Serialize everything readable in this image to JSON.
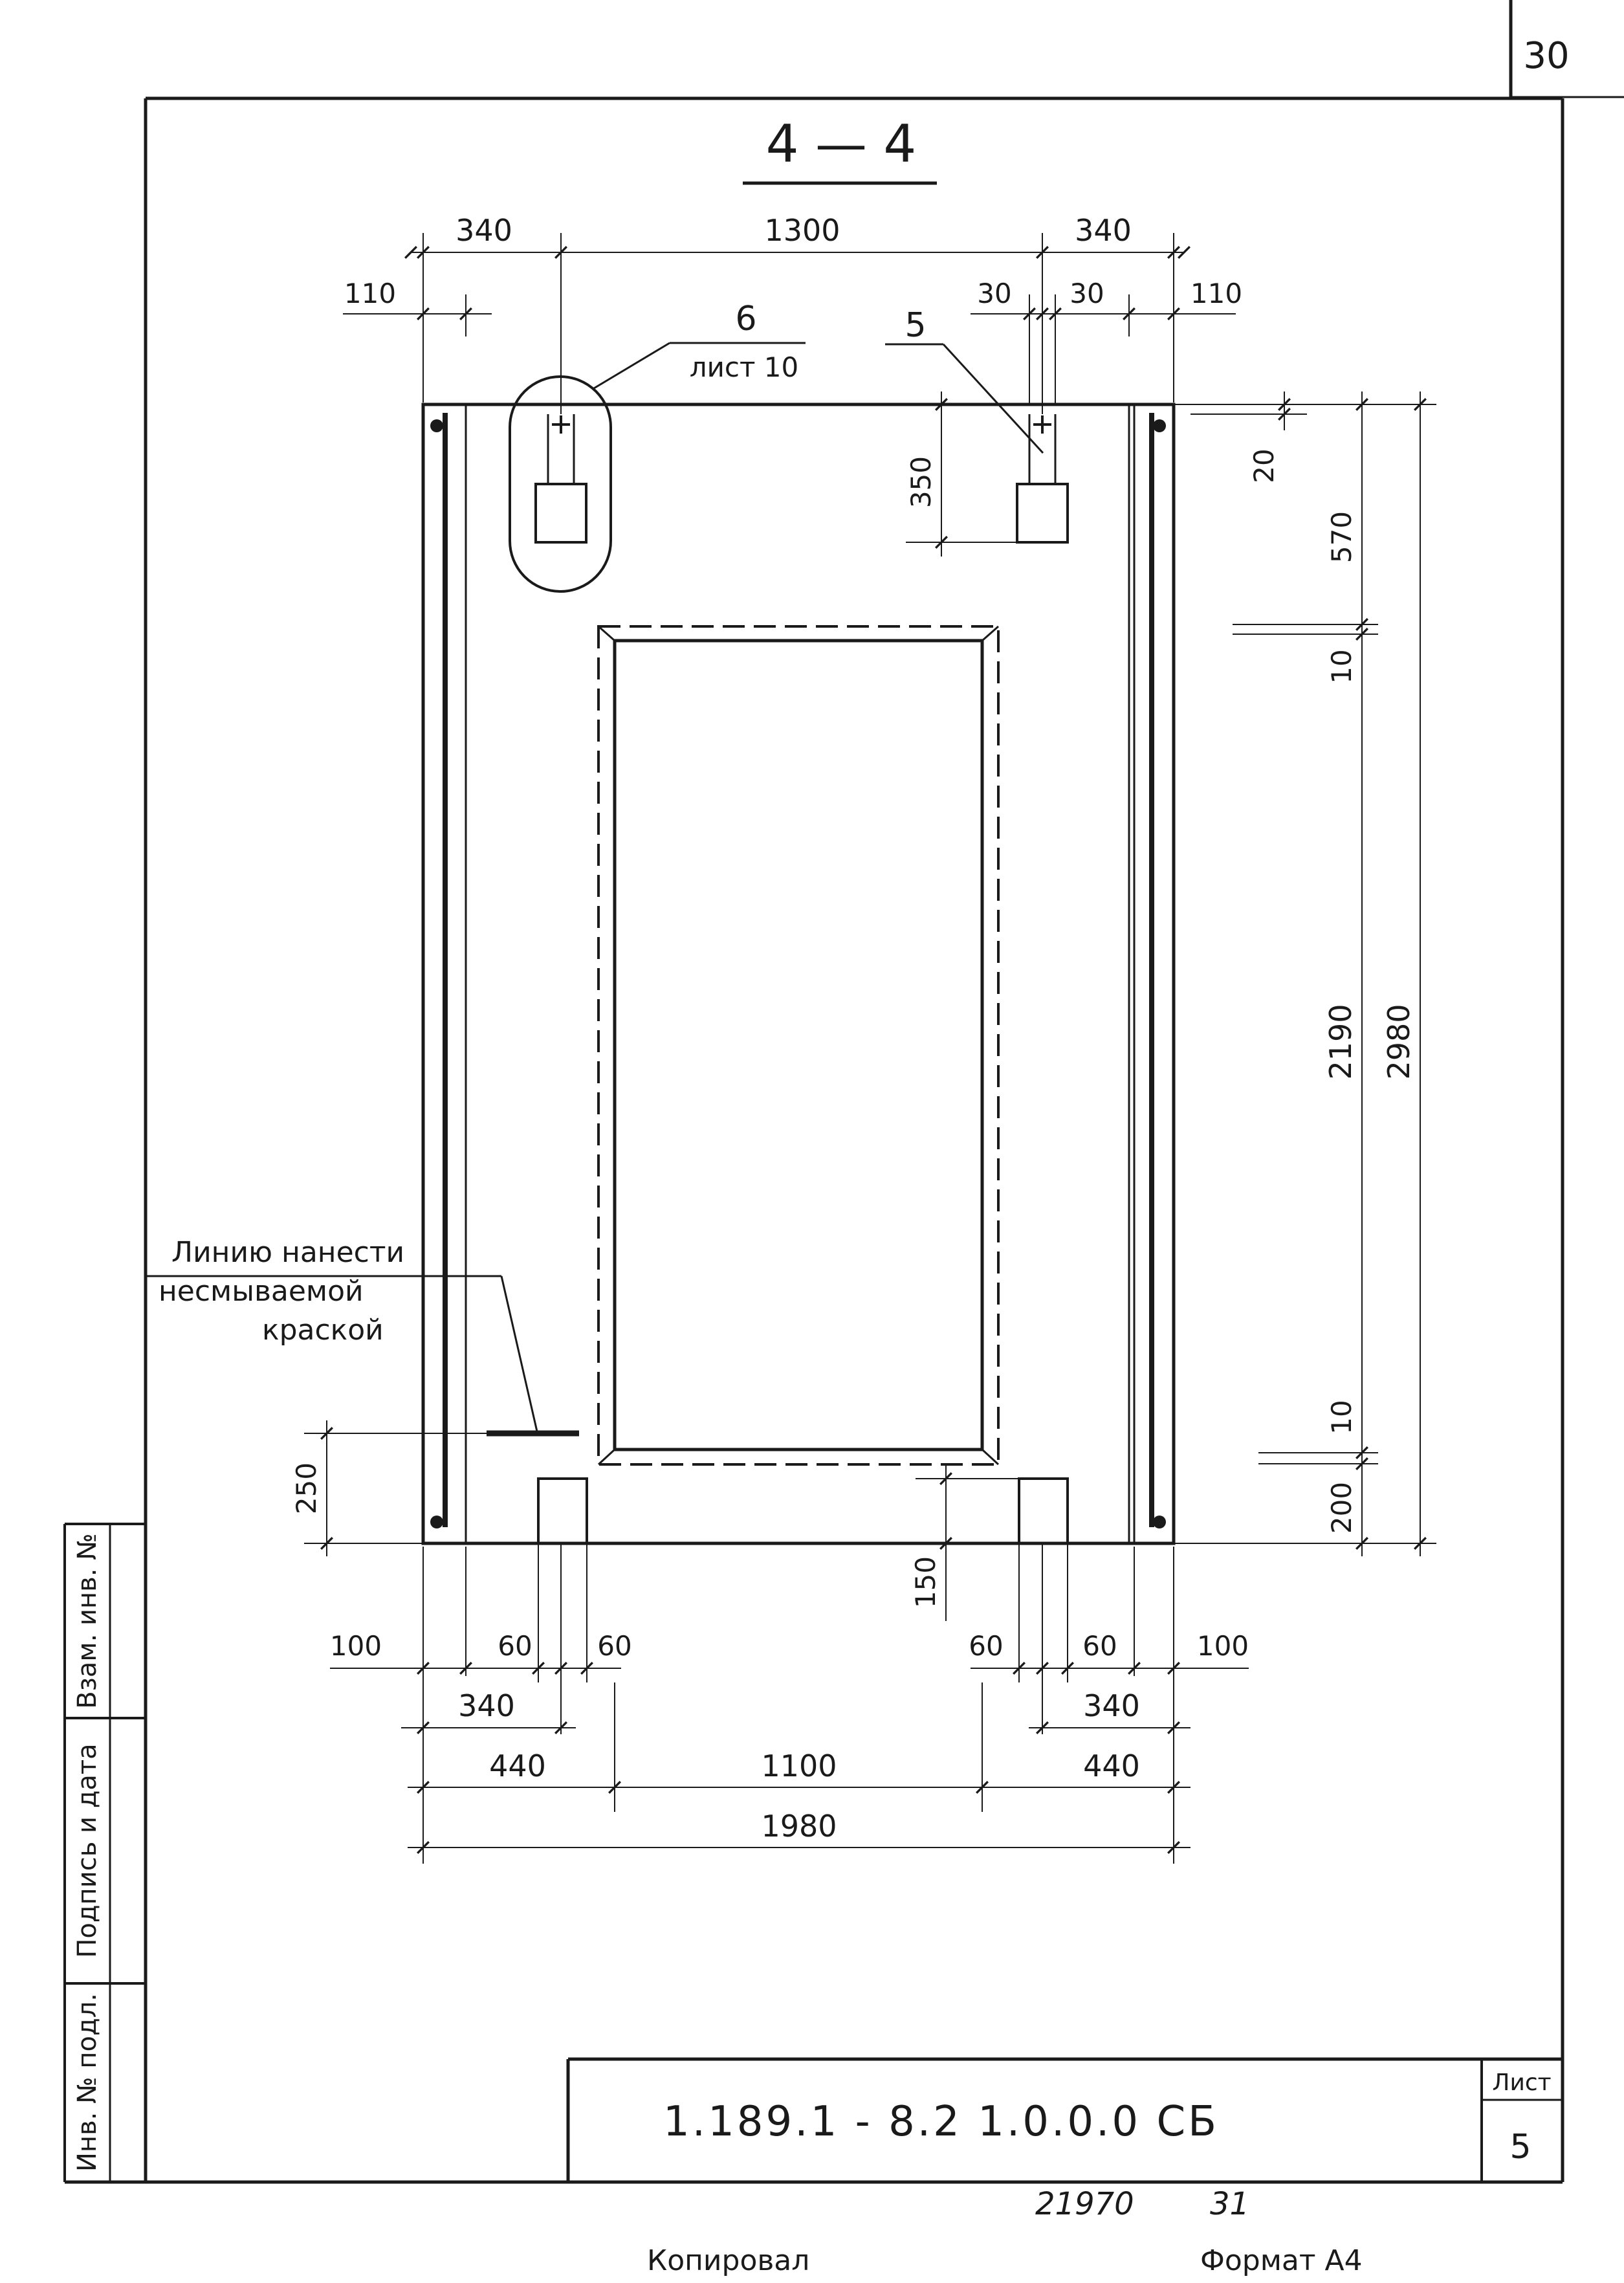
{
  "page_number": "30",
  "section_title": "4 — 4",
  "callouts": {
    "detail_6_number": "6",
    "detail_6_sheet": "лист 10",
    "detail_5_number": "5"
  },
  "note": {
    "line1": "Линию нанести",
    "line2": "несмываемой",
    "line3": "краской"
  },
  "dims": {
    "top_left_340": "340",
    "top_1300": "1300",
    "top_right_340": "340",
    "top_left_110": "110",
    "top_right_30a": "30",
    "top_right_30b": "30",
    "top_right_110": "110",
    "left_350": "350",
    "right_20": "20",
    "right_570": "570",
    "right_10_top": "10",
    "right_2190": "2190",
    "right_2980": "2980",
    "right_10_bottom": "10",
    "right_200": "200",
    "left_250": "250",
    "mid_150": "150",
    "bot_100_left": "100",
    "bot_60_a": "60",
    "bot_60_b": "60",
    "bot_60_c": "60",
    "bot_60_d": "60",
    "bot_100_right": "100",
    "bot_340_left": "340",
    "bot_340_right": "340",
    "bot_440_left": "440",
    "bot_1100": "1100",
    "bot_440_right": "440",
    "bot_1980": "1980"
  },
  "side_stamp": {
    "inv_podl": "Инв. № подл.",
    "podpis": "Подпись и дата",
    "vzam": "Взам. инв. №"
  },
  "title_block": {
    "code": "1.189.1 - 8.2  1.0.0.0 СБ",
    "sheet_label": "Лист",
    "sheet_number": "5"
  },
  "footer": {
    "order_number": "21970",
    "order_suffix": "31",
    "copied": "Копировал",
    "format": "Формат А4"
  }
}
